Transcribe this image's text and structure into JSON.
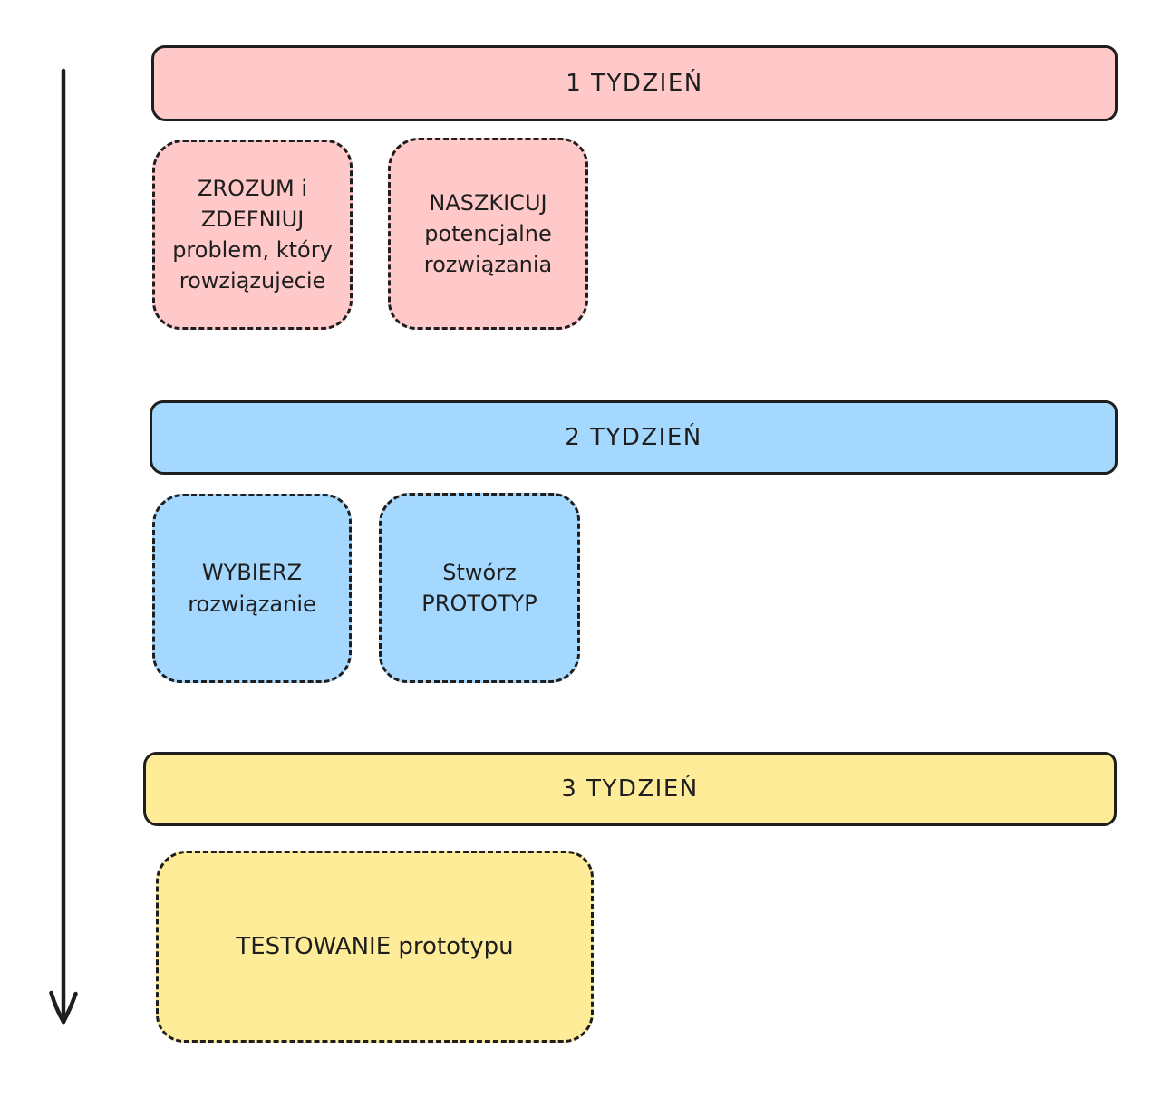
{
  "canvas": {
    "background": "#ffffff",
    "ink": "#1e1e1e"
  },
  "rows": [
    {
      "header": "1 TYDZIEŃ",
      "fill": "#ffc9c9",
      "boxes": [
        {
          "text": "ZROZUM i\nZDEFNIUJ\nproblem, który\nrowziązujecie"
        },
        {
          "text": "NASZKICUJ\npotencjalne\nrozwiązania"
        }
      ]
    },
    {
      "header": "2 TYDZIEŃ",
      "fill": "#a5d8ff",
      "boxes": [
        {
          "text": "WYBIERZ\nrozwiązanie"
        },
        {
          "text": "Stwórz\nPROTOTYP"
        }
      ]
    },
    {
      "header": "3 TYDZIEŃ",
      "fill": "#ffec99",
      "boxes": [
        {
          "text": "TESTOWANIE prototypu"
        }
      ]
    }
  ]
}
